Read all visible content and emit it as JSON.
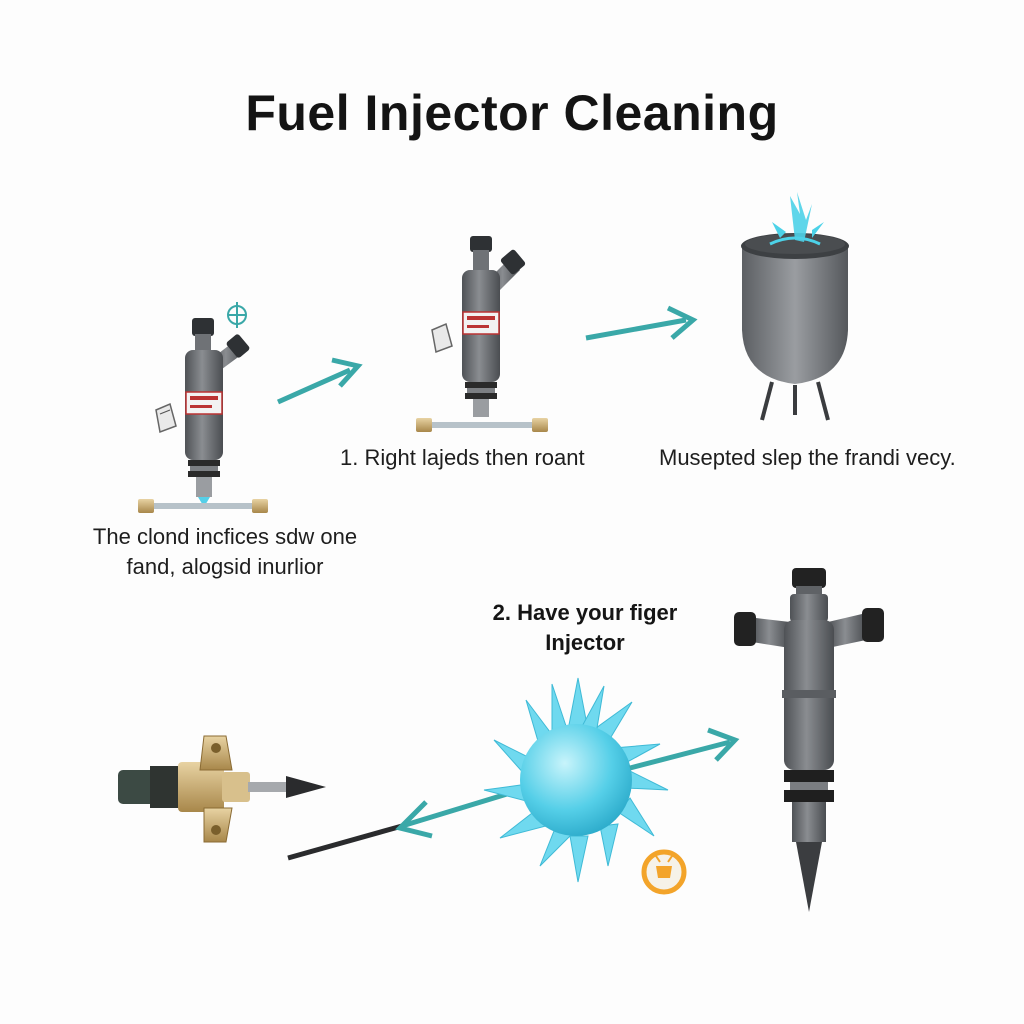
{
  "title": "Fuel Injector Cleaning",
  "captions": {
    "step_one": "1. Right lajeds then roant",
    "vessel": "Musepted slep the frandi vecy.",
    "left_injector_line1": "The clond incfices sdw one",
    "left_injector_line2": "fand, alogsid inurlior",
    "step_two_line1": "2. Have your figer",
    "step_two_line2": "Injector"
  },
  "colors": {
    "arrow": "#3aa8a8",
    "injector_body": "#6b6e72",
    "brass": "#c9a86a",
    "spray": "#4cd2e8",
    "orb": "#6fd9ef",
    "badge": "#f3a42a"
  },
  "icons": [
    "injector-icon",
    "cleaning-vessel-icon",
    "spiky-orb-icon",
    "fuel-rail-icon",
    "badge-icon",
    "clip-icon"
  ]
}
